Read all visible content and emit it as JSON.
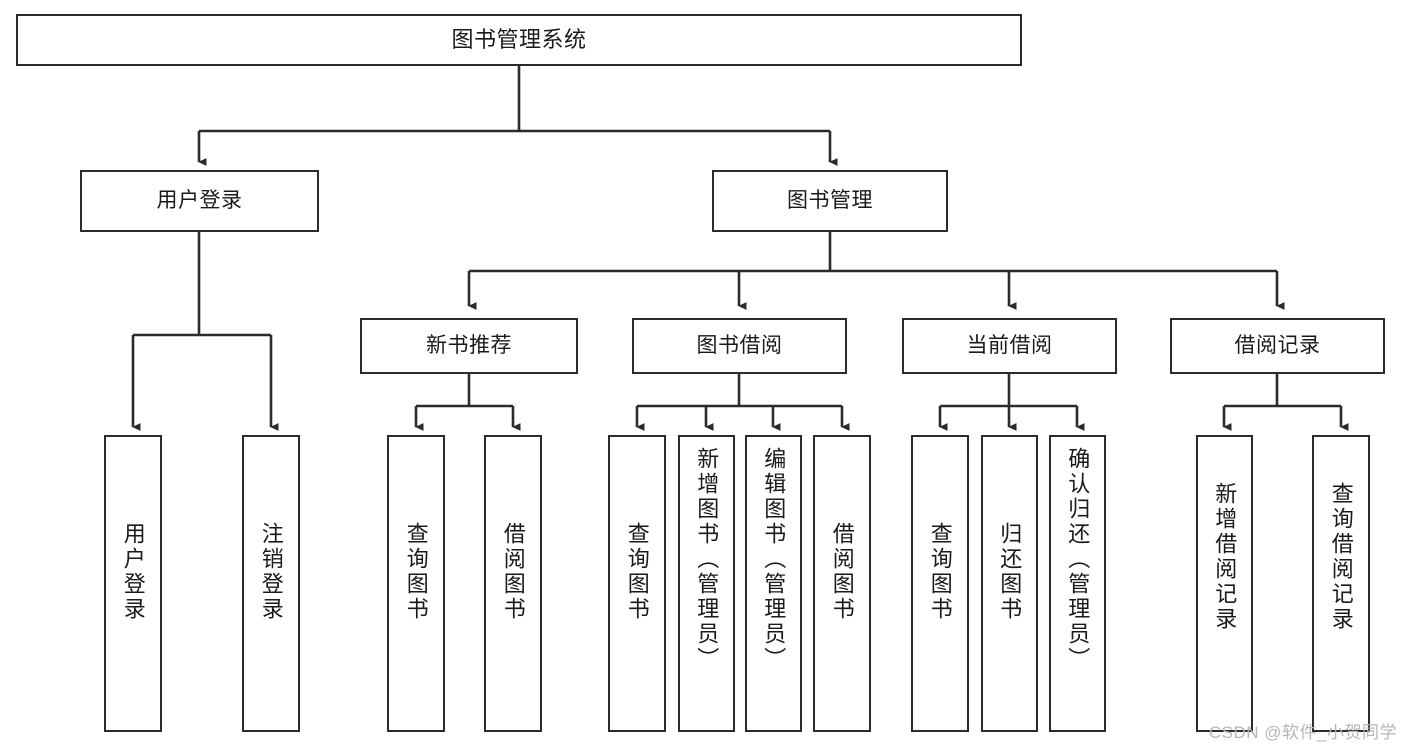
{
  "diagram": {
    "type": "hierarchy-tree",
    "title": "图书管理系统",
    "watermark": "CSDN @软件_小贺同学",
    "colors": {
      "box_border": "#2b2b2b",
      "box_fill": "#ffffff",
      "connector": "#2b2b2b",
      "text": "#1a1a1a",
      "watermark": "#b6b6b6",
      "background": "#ffffff"
    },
    "levels": {
      "level1": [
        "图书管理系统"
      ],
      "level2": [
        "用户登录",
        "图书管理"
      ],
      "level3": [
        "新书推荐",
        "图书借阅",
        "当前借阅",
        "借阅记录"
      ],
      "level4": [
        "用户登录",
        "注销登录",
        "查询图书",
        "借阅图书",
        "查询图书",
        "新增图书（管理员）",
        "编辑图书（管理员）",
        "借阅图书",
        "查询图书",
        "归还图书",
        "确认归还（管理员）",
        "新增借阅记录",
        "查询借阅记录"
      ]
    },
    "nodes": {
      "root": {
        "id": "root",
        "label": "图书管理系统",
        "orientation": "horizontal"
      },
      "user_login": {
        "id": "user-login",
        "label": "用户登录",
        "orientation": "horizontal"
      },
      "book_manage": {
        "id": "book-manage",
        "label": "图书管理",
        "orientation": "horizontal"
      },
      "new_book_rec": {
        "id": "new-book-recommend",
        "label": "新书推荐",
        "orientation": "horizontal"
      },
      "book_borrow": {
        "id": "book-borrow",
        "label": "图书借阅",
        "orientation": "horizontal"
      },
      "current_borrow": {
        "id": "current-borrow",
        "label": "当前借阅",
        "orientation": "horizontal"
      },
      "borrow_record": {
        "id": "borrow-record",
        "label": "借阅记录",
        "orientation": "horizontal"
      },
      "leaf_1": {
        "id": "leaf-user-login",
        "label": "用户登录",
        "orientation": "vertical"
      },
      "leaf_2": {
        "id": "leaf-logout",
        "label": "注销登录",
        "orientation": "vertical"
      },
      "leaf_3": {
        "id": "leaf-query-book-rec",
        "label": "查询图书",
        "orientation": "vertical"
      },
      "leaf_4": {
        "id": "leaf-borrow-book-rec",
        "label": "借阅图书",
        "orientation": "vertical"
      },
      "leaf_5": {
        "id": "leaf-query-book-borrow",
        "label": "查询图书",
        "orientation": "vertical"
      },
      "leaf_6": {
        "id": "leaf-add-book-admin",
        "label": "新增图书（管理员）",
        "orientation": "vertical"
      },
      "leaf_7": {
        "id": "leaf-edit-book-admin",
        "label": "编辑图书（管理员）",
        "orientation": "vertical"
      },
      "leaf_8": {
        "id": "leaf-borrow-book",
        "label": "借阅图书",
        "orientation": "vertical"
      },
      "leaf_9": {
        "id": "leaf-query-book-current",
        "label": "查询图书",
        "orientation": "vertical"
      },
      "leaf_10": {
        "id": "leaf-return-book",
        "label": "归还图书",
        "orientation": "vertical"
      },
      "leaf_11": {
        "id": "leaf-confirm-return-admin",
        "label": "确认归还（管理员）",
        "orientation": "vertical"
      },
      "leaf_12": {
        "id": "leaf-add-borrow-record",
        "label": "新增借阅记录",
        "orientation": "vertical"
      },
      "leaf_13": {
        "id": "leaf-query-borrow-record",
        "label": "查询借阅记录",
        "orientation": "vertical"
      }
    },
    "edges": [
      {
        "from": "图书管理系统",
        "to": "用户登录"
      },
      {
        "from": "图书管理系统",
        "to": "图书管理"
      },
      {
        "from": "图书管理",
        "to": "新书推荐"
      },
      {
        "from": "图书管理",
        "to": "图书借阅"
      },
      {
        "from": "图书管理",
        "to": "当前借阅"
      },
      {
        "from": "图书管理",
        "to": "借阅记录"
      },
      {
        "from": "用户登录",
        "to": "用户登录"
      },
      {
        "from": "用户登录",
        "to": "注销登录"
      },
      {
        "from": "新书推荐",
        "to": "查询图书"
      },
      {
        "from": "新书推荐",
        "to": "借阅图书"
      },
      {
        "from": "图书借阅",
        "to": "查询图书"
      },
      {
        "from": "图书借阅",
        "to": "新增图书（管理员）"
      },
      {
        "from": "图书借阅",
        "to": "编辑图书（管理员）"
      },
      {
        "from": "图书借阅",
        "to": "借阅图书"
      },
      {
        "from": "当前借阅",
        "to": "查询图书"
      },
      {
        "from": "当前借阅",
        "to": "归还图书"
      },
      {
        "from": "当前借阅",
        "to": "确认归还（管理员）"
      },
      {
        "from": "借阅记录",
        "to": "新增借阅记录"
      },
      {
        "from": "借阅记录",
        "to": "查询借阅记录"
      }
    ]
  }
}
